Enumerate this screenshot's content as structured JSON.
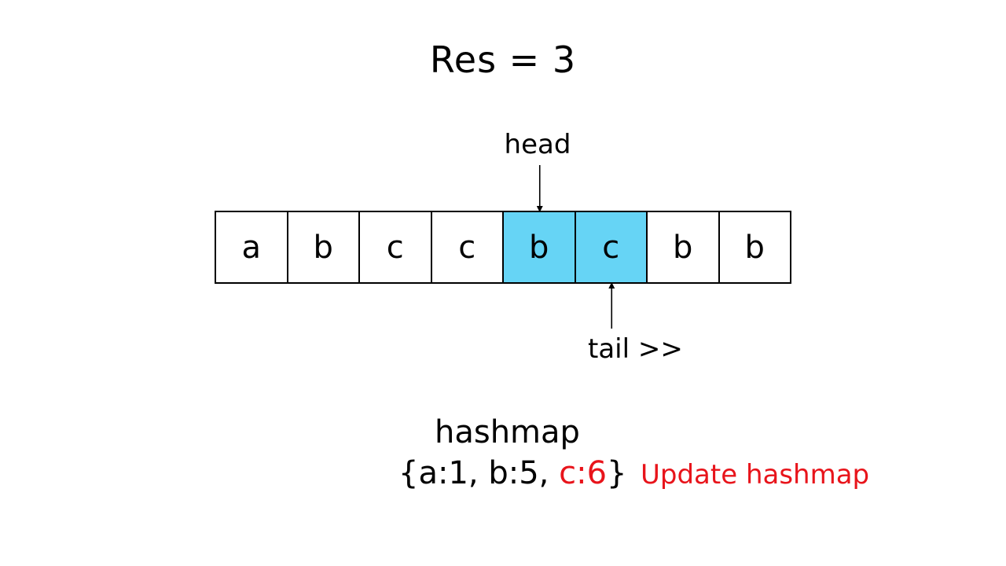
{
  "title": "Res = 3",
  "head_label": "head",
  "tail_label": "tail >>",
  "cells": [
    {
      "char": "a",
      "highlighted": false
    },
    {
      "char": "b",
      "highlighted": false
    },
    {
      "char": "c",
      "highlighted": false
    },
    {
      "char": "c",
      "highlighted": false
    },
    {
      "char": "b",
      "highlighted": true
    },
    {
      "char": "c",
      "highlighted": true
    },
    {
      "char": "b",
      "highlighted": false
    },
    {
      "char": "b",
      "highlighted": false
    }
  ],
  "head_index": 4,
  "tail_index": 5,
  "hashmap": {
    "title": "hashmap",
    "open": "{",
    "entries": [
      {
        "text": "a:1",
        "highlighted": false
      },
      {
        "text": "b:5",
        "highlighted": false
      },
      {
        "text": "c:6",
        "highlighted": true
      }
    ],
    "separator": ", ",
    "close": "}"
  },
  "note": "Update hashmap",
  "colors": {
    "highlight_cell": "#66d4f5",
    "accent_red": "#e8141b"
  }
}
